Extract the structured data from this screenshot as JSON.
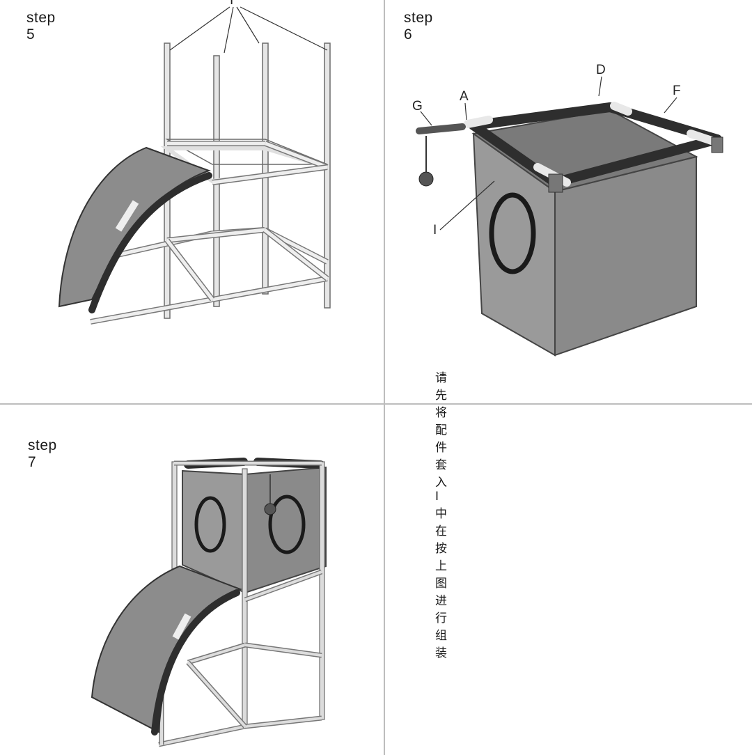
{
  "panels": {
    "step5": {
      "title": "step 5",
      "part_label": "I"
    },
    "step6": {
      "title": "step 6",
      "labels": {
        "g": "G",
        "a": "A",
        "d": "D",
        "f": "F",
        "i": "I"
      },
      "note": "请先将配件套入 I 中在按上图进行组装"
    },
    "step7": {
      "title": "step 7"
    }
  },
  "colors": {
    "frame": "#d9d9d9",
    "frame_stroke": "#6b6b6b",
    "panel_fill": "#8c8c8c",
    "cushion": "#2e2e2e",
    "divider": "#bdbdbd"
  }
}
